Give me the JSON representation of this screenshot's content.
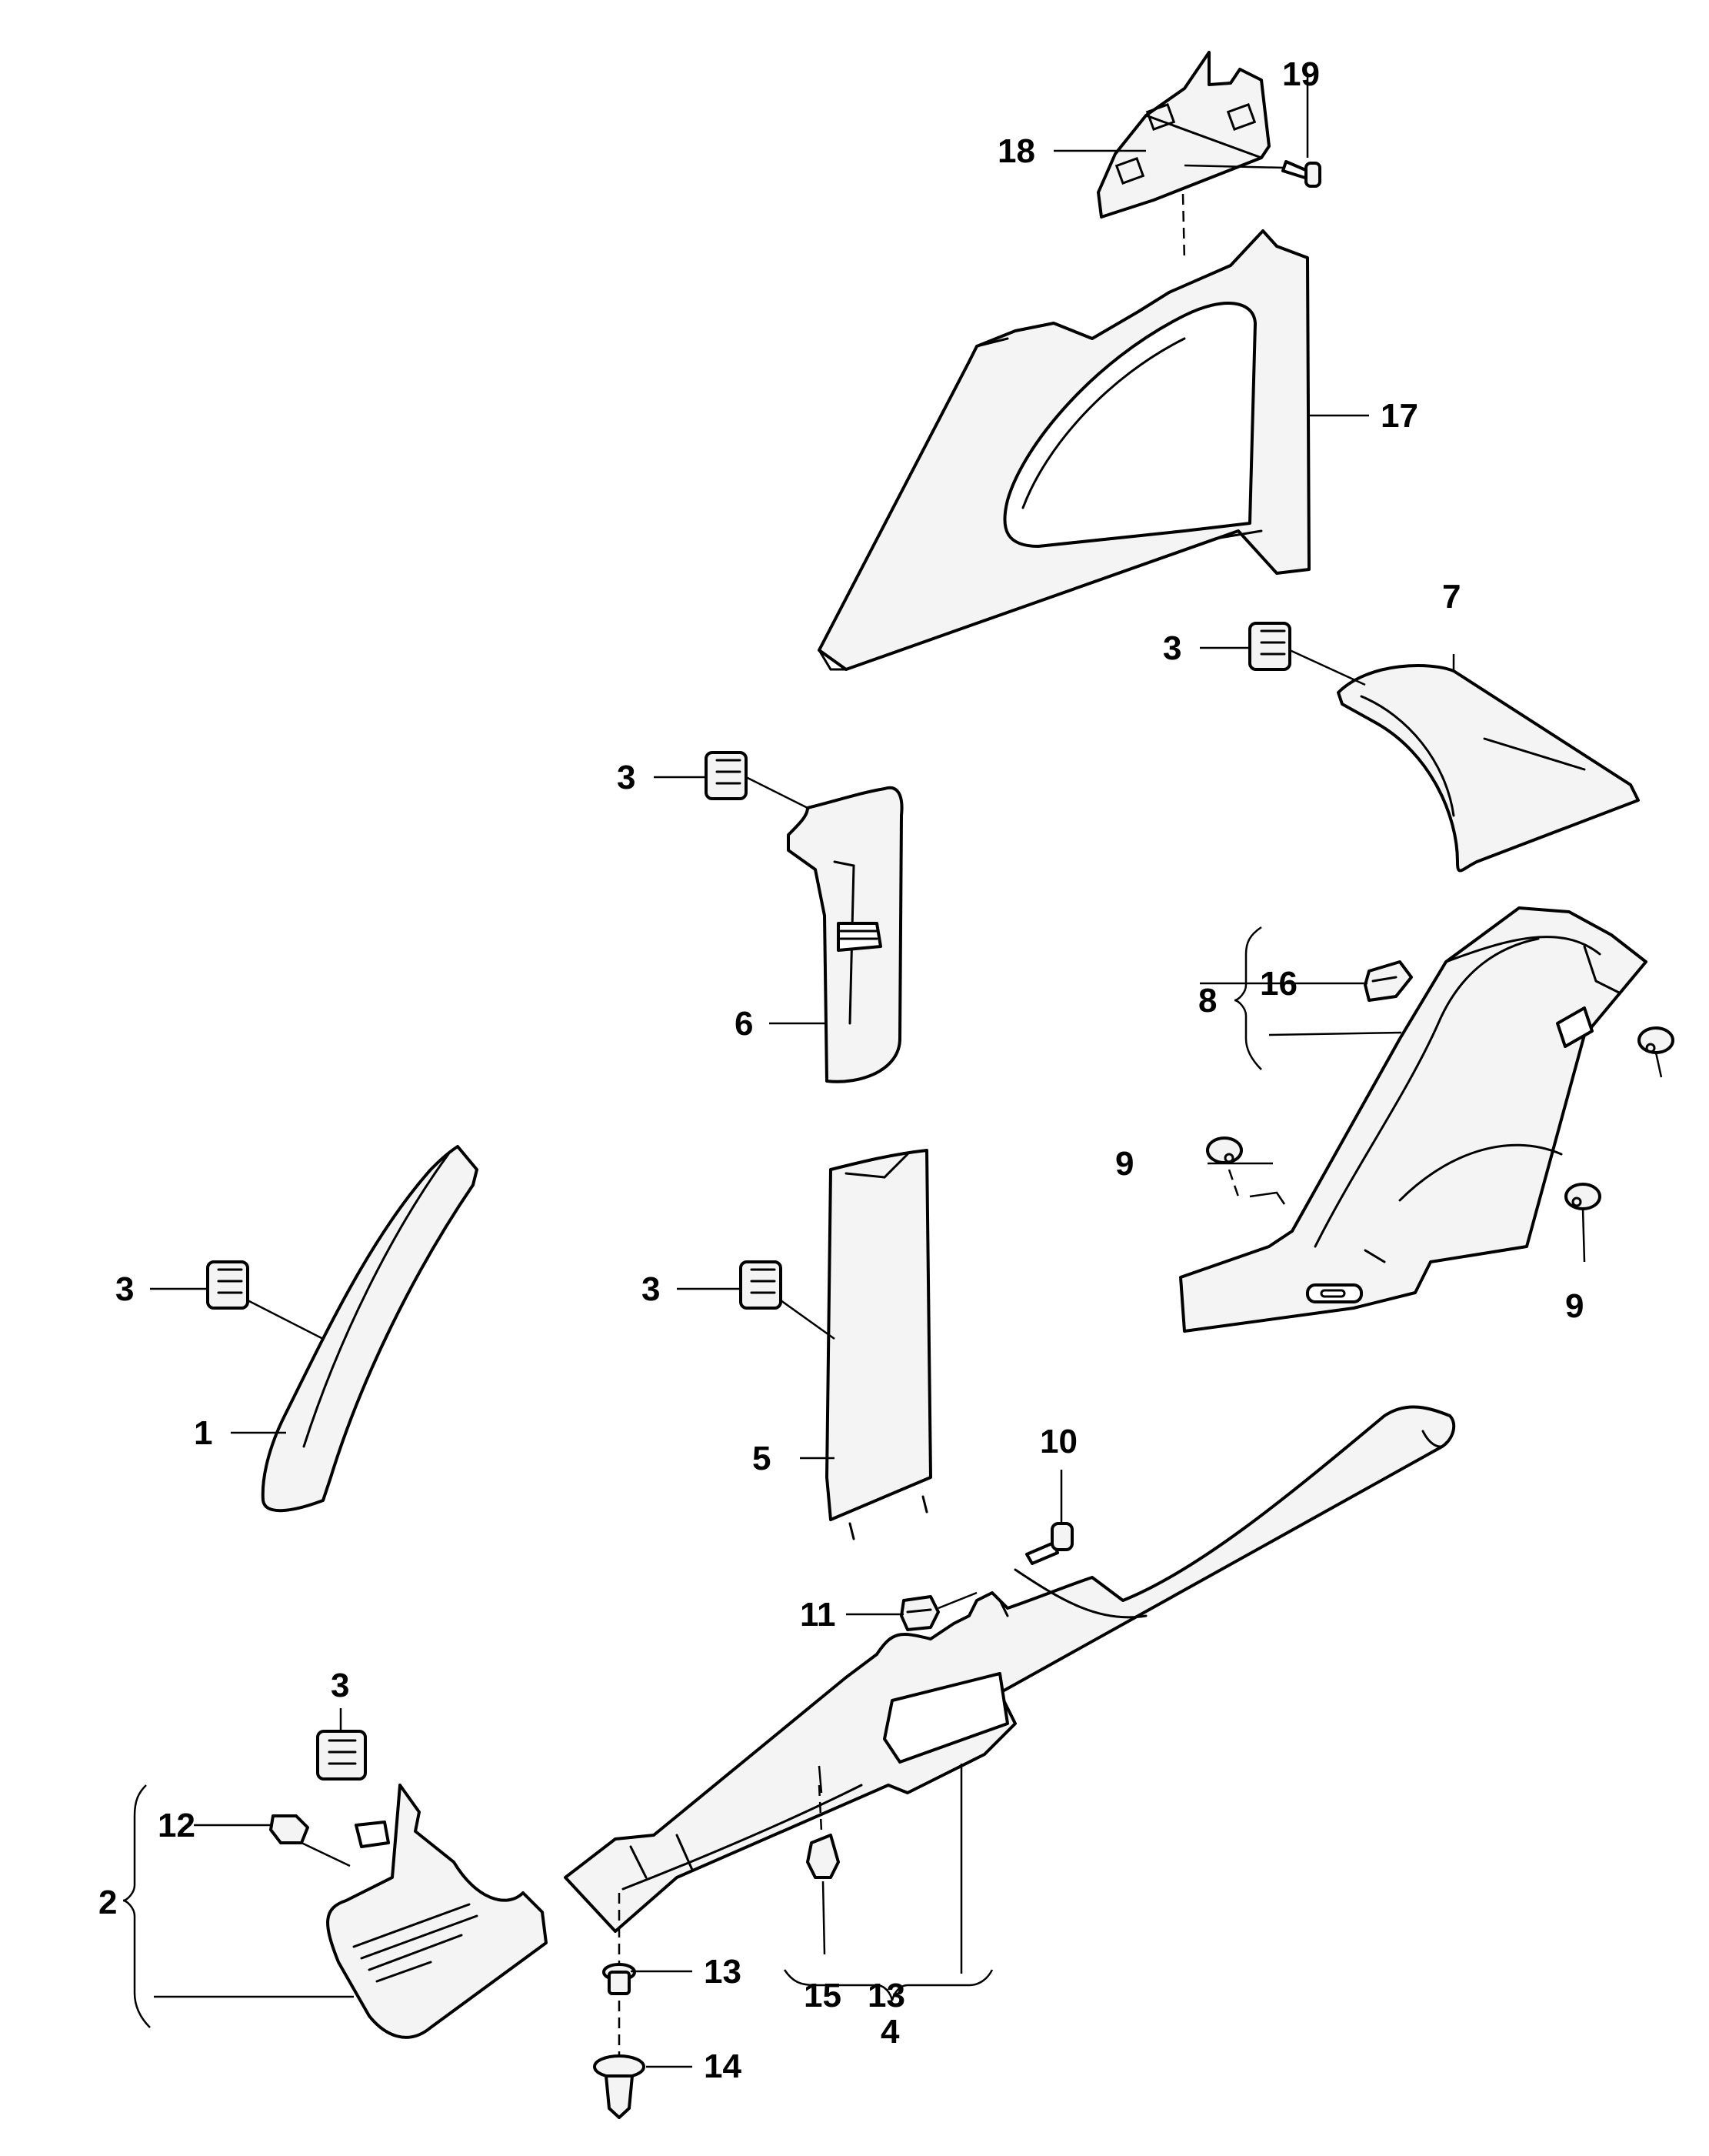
{
  "callouts": {
    "c1": "1",
    "c2": "2",
    "c3a": "3",
    "c3b": "3",
    "c3c": "3",
    "c3d": "3",
    "c3e": "3",
    "c4": "4",
    "c5": "5",
    "c6": "6",
    "c7": "7",
    "c8": "8",
    "c9a": "9",
    "c9b": "9",
    "c10": "10",
    "c11": "11",
    "c12": "12",
    "c13a": "13",
    "c13b": "13",
    "c14": "14",
    "c15": "15",
    "c16": "16",
    "c17": "17",
    "c18": "18",
    "c19": "19"
  }
}
